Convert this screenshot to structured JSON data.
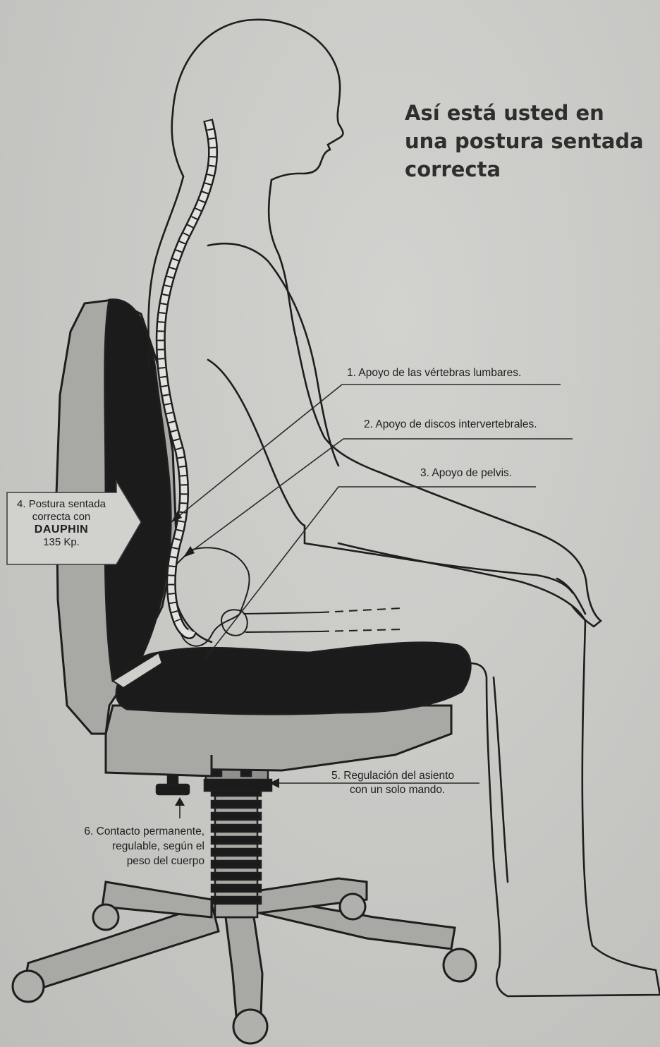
{
  "title_lines": [
    "Así está usted en",
    "una postura sentada",
    "correcta"
  ],
  "callouts": {
    "c1": "1. Apoyo de las vértebras lumbares.",
    "c2": "2. Apoyo de discos intervertebrales.",
    "c3": "3. Apoyo de pelvis.",
    "c4": {
      "lines": [
        "4. Postura sentada",
        "correcta con"
      ],
      "brand": "DAUPHIN",
      "weight": "135 Kp."
    },
    "c5": [
      "5. Regulación del asiento",
      "con un solo mando."
    ],
    "c6": [
      "6. Contacto permanente,",
      "regulable, según el",
      "peso del cuerpo"
    ]
  },
  "colors": {
    "background": "#c9c9c6",
    "line": "#1e1e1e",
    "cushion": "#1b1b1b",
    "chair_frame": "#a8a8a5",
    "title": "#2e2e2e"
  }
}
